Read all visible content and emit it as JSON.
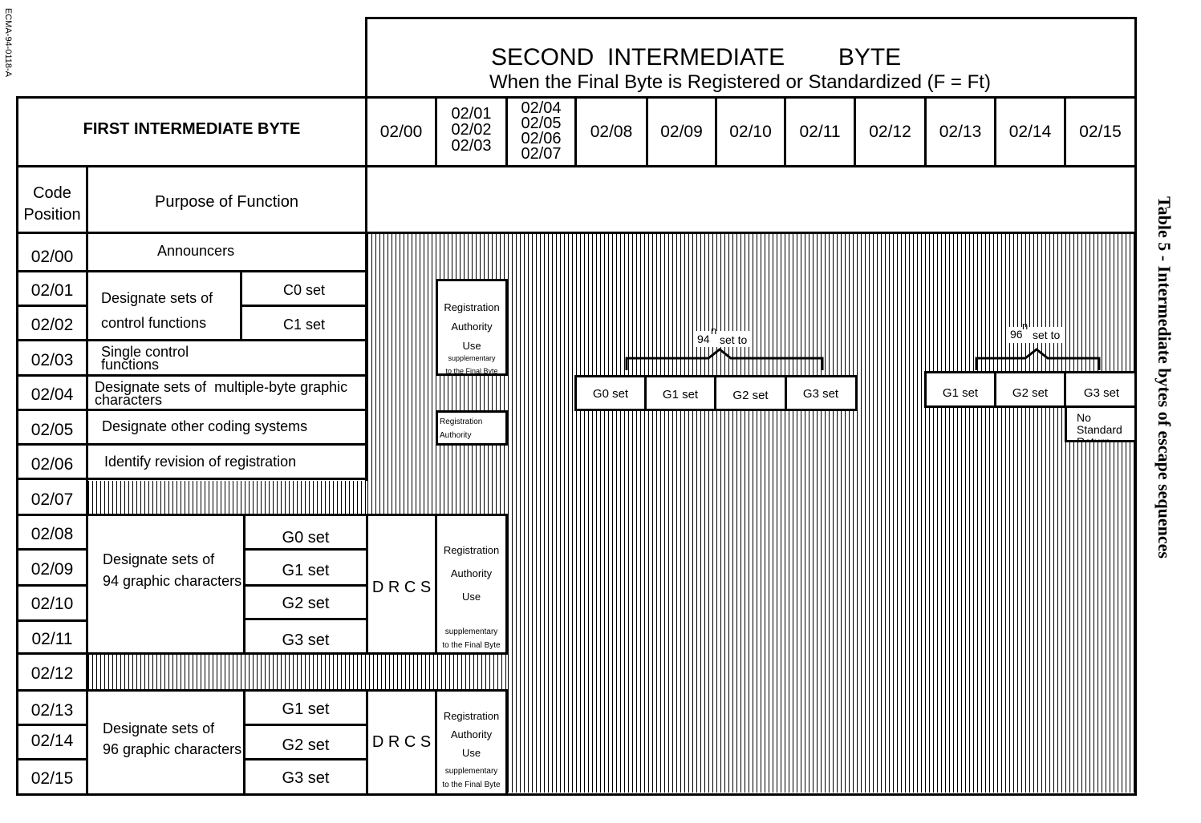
{
  "doc_id": "ECMA-94-0118-A",
  "caption": "Table 5 - Intermediate bytes of escape sequences",
  "second_header": {
    "title": "SECOND  INTERMEDIATE        BYTE",
    "subtitle": "When the Final Byte is Registered or Standardized (F = Ft)",
    "cols": [
      "02/00",
      "02/01\n02/02\n02/03",
      "02/04\n02/05\n02/06\n02/07",
      "02/08",
      "02/09",
      "02/10",
      "02/11",
      "02/12",
      "02/13",
      "02/14",
      "02/15"
    ]
  },
  "first_header": {
    "title": "FIRST INTERMEDIATE BYTE",
    "code_position": "Code\nPosition",
    "purpose": "Purpose of Function"
  },
  "rows": {
    "codes": [
      "02/00",
      "02/01",
      "02/02",
      "02/03",
      "02/04",
      "02/05",
      "02/06",
      "02/07",
      "02/08",
      "02/09",
      "02/10",
      "02/11",
      "02/12",
      "02/13",
      "02/14",
      "02/15"
    ],
    "announcers": "Announcers",
    "designate_control": "Designate sets of\ncontrol functions",
    "c0": "C0 set",
    "c1": "C1 set",
    "single_control": "Single control\nfunctions",
    "multibyte": "Designate sets of  multiple-byte graphic\ncharacters",
    "other_coding": "Designate other coding systems",
    "revision": "Identify revision of registration",
    "designate94": "Designate sets of\n94 graphic characters",
    "designate96": "Designate sets of\n96 graphic characters",
    "g0": "G0 set",
    "g1": "G1 set",
    "g2": "G2 set",
    "g3": "G3 set",
    "drcs": "D R C S"
  },
  "cells": {
    "reg_auth_full": "Registration\nAuthority\nUse",
    "supplementary": "supplementary\nto the Final Byte",
    "reg_small": "Registration\nAuthority\nUse",
    "n94": "94",
    "n96": "96",
    "sup_n": "n",
    "set_to": "set to",
    "g0": "G0 set",
    "g1": "G1 set",
    "g2": "G2 set",
    "g3": "G3 set",
    "no_std_return": "No\nStandard\nReturn"
  }
}
